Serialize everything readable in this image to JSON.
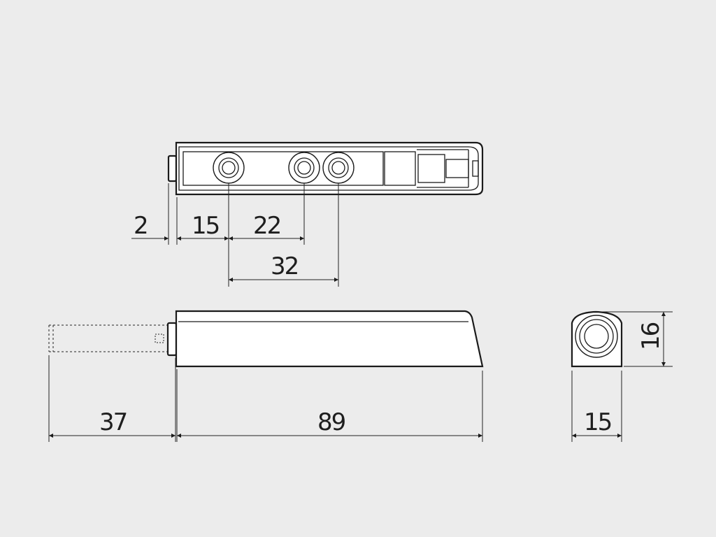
{
  "colors": {
    "background": "#ececec",
    "part_fill": "#ffffff",
    "line": "#1b1b1b"
  },
  "dimensions": {
    "d2": "2",
    "d15_top": "15",
    "d22": "22",
    "d32": "32",
    "d37": "37",
    "d89": "89",
    "d16": "16",
    "d15_side": "15"
  }
}
